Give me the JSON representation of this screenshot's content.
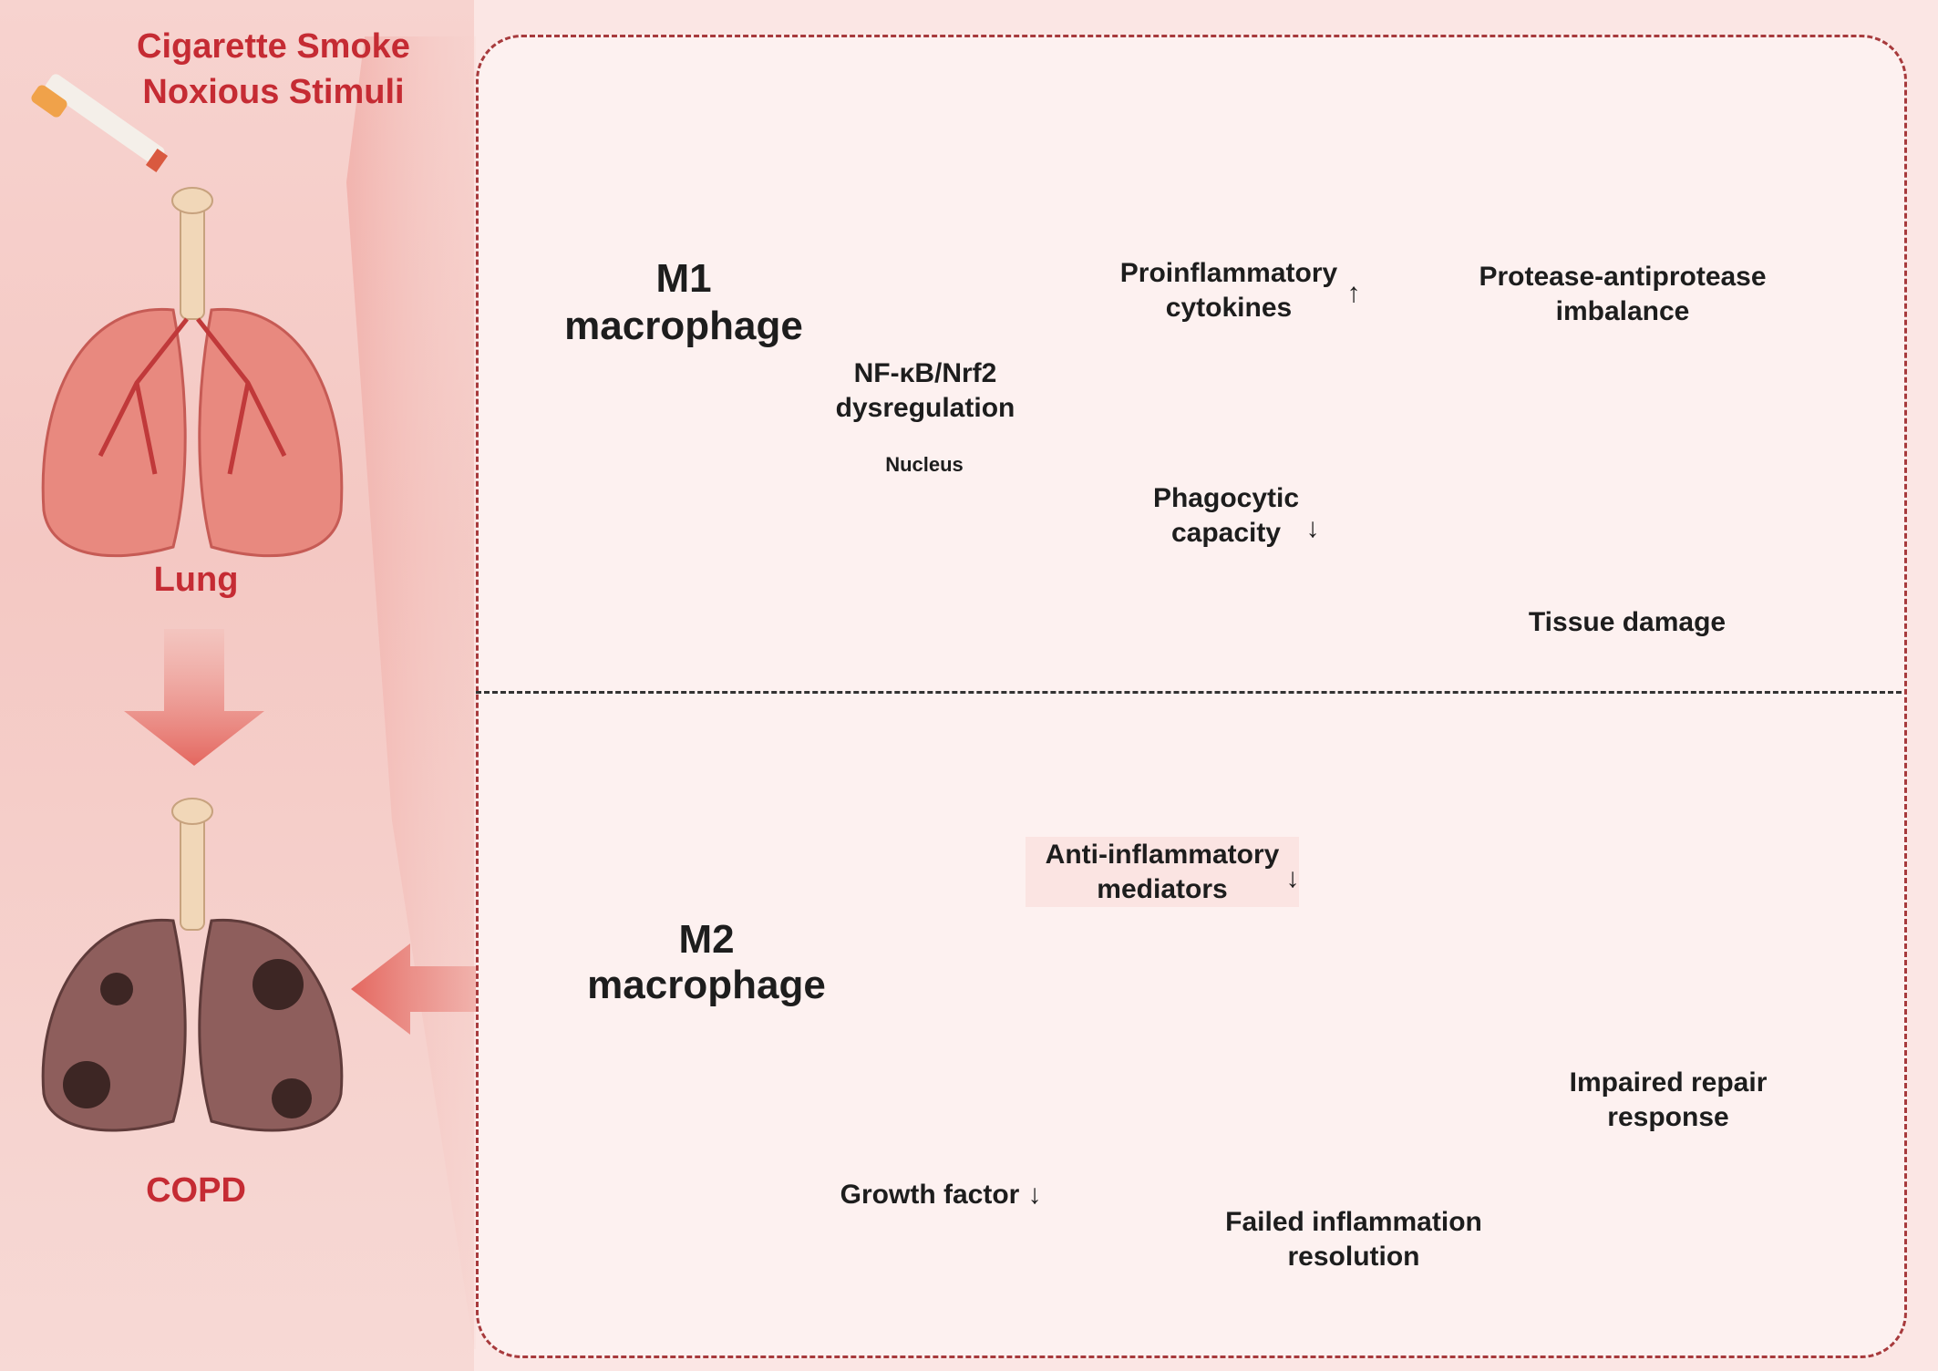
{
  "left": {
    "stimulus_title": "Cigarette Smoke",
    "stimulus_subtitle": "Noxious Stimuli",
    "lung_label": "Lung",
    "copd_label": "COPD"
  },
  "m1": {
    "cell_title": "M1",
    "cell_subtitle": "macrophage",
    "nfkb_line1": "NF-κB/Nrf2",
    "nfkb_line2": "dysregulation",
    "nucleus": "Nucleus",
    "cytokines_line1": "Proinflammatory",
    "cytokines_line2": "cytokines",
    "cytokines_arrow": "↑",
    "protease_line1": "Protease-antiprotease",
    "protease_line2": "imbalance",
    "phago_line1": "Phagocytic",
    "phago_line2": "capacity",
    "phago_arrow": "↓",
    "tissue": "Tissue damage"
  },
  "m2": {
    "cell_title": "M2",
    "cell_subtitle": "macrophage",
    "anti_line1": "Anti-inflammatory",
    "anti_line2": "mediators",
    "anti_arrow": "↓",
    "repair_line1": "Impaired repair",
    "repair_line2": "response",
    "growth": "Growth factor",
    "growth_arrow": "↓",
    "failed_line1": "Failed inflammation",
    "failed_line2": "resolution"
  },
  "colors": {
    "accent_red": "#c52b33",
    "arrow": "#e57a72",
    "m1_cell": "#a9cf8a",
    "m2_cell": "#8fcfd3",
    "lung": "#e8897f",
    "copd_lung": "#8e5e5c"
  }
}
